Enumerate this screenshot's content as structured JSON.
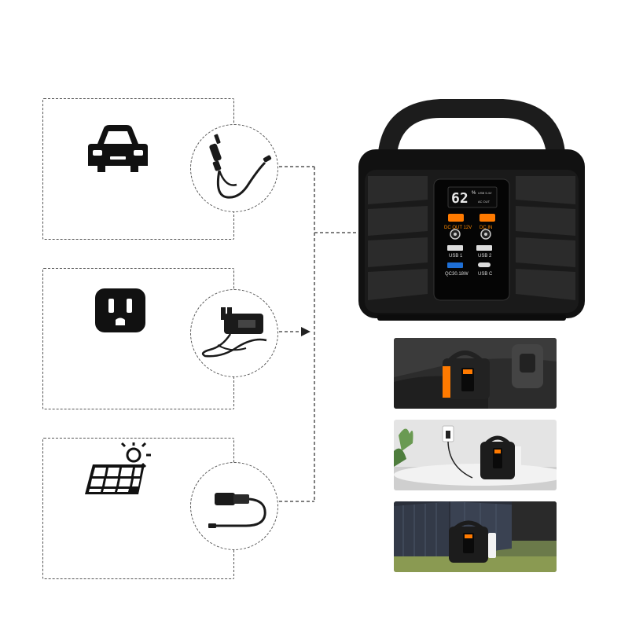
{
  "inputs": [
    {
      "source": "car",
      "source_icon": "car-icon",
      "cable_icon": "car-charger-cable-icon"
    },
    {
      "source": "wall-outlet",
      "source_icon": "wall-outlet-icon",
      "cable_icon": "ac-adapter-icon"
    },
    {
      "source": "solar",
      "source_icon": "solar-panel-icon",
      "cable_icon": "solar-connector-cable-icon"
    }
  ],
  "device": {
    "display_value": "62",
    "display_unit": "%",
    "display_small": [
      "USB 5.4V",
      "AC OUT"
    ],
    "ports": {
      "dc_out": "DC OUT 12V",
      "dc_in": "DC IN",
      "usb1": "USB 1",
      "usb2": "USB 2",
      "qc": "QC30.18W",
      "usbc": "USB C"
    }
  },
  "scenes": [
    {
      "name": "car-interior-photo"
    },
    {
      "name": "home-desk-photo"
    },
    {
      "name": "outdoor-solar-photo"
    }
  ],
  "colors": {
    "accent": "#ff7a00",
    "device": "#1c1c1c",
    "line": "#555555",
    "qc_blue": "#1e6fd6"
  }
}
